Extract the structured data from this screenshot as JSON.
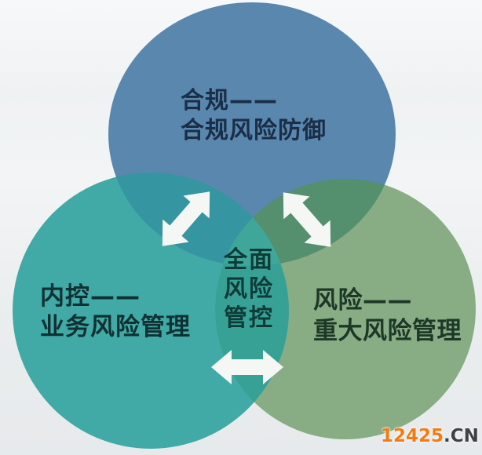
{
  "diagram": {
    "circles": [
      {
        "label_line1": "合规——",
        "label_line2": "合规风险防御",
        "fill": "#5a87ae"
      },
      {
        "label_line1": "内控——",
        "label_line2": "业务风险管理",
        "fill": "#41aaa6"
      },
      {
        "label_line1": "风险——",
        "label_line2": "重大风险管理",
        "fill": "#88ad85"
      }
    ],
    "overlaps": {
      "compliance_internal": "#3595a1",
      "compliance_risk": "#548f6e",
      "internal_risk": "#37a195",
      "center": "#3fa79a"
    },
    "center": {
      "line1": "全面",
      "line2": "风险",
      "line3": "管控"
    },
    "arrow_fill": "#f5f7f5"
  },
  "watermark": {
    "number": "12425",
    "suffix": ".CN",
    "number_color": "#f57a12",
    "suffix_color": "#3e4246"
  }
}
